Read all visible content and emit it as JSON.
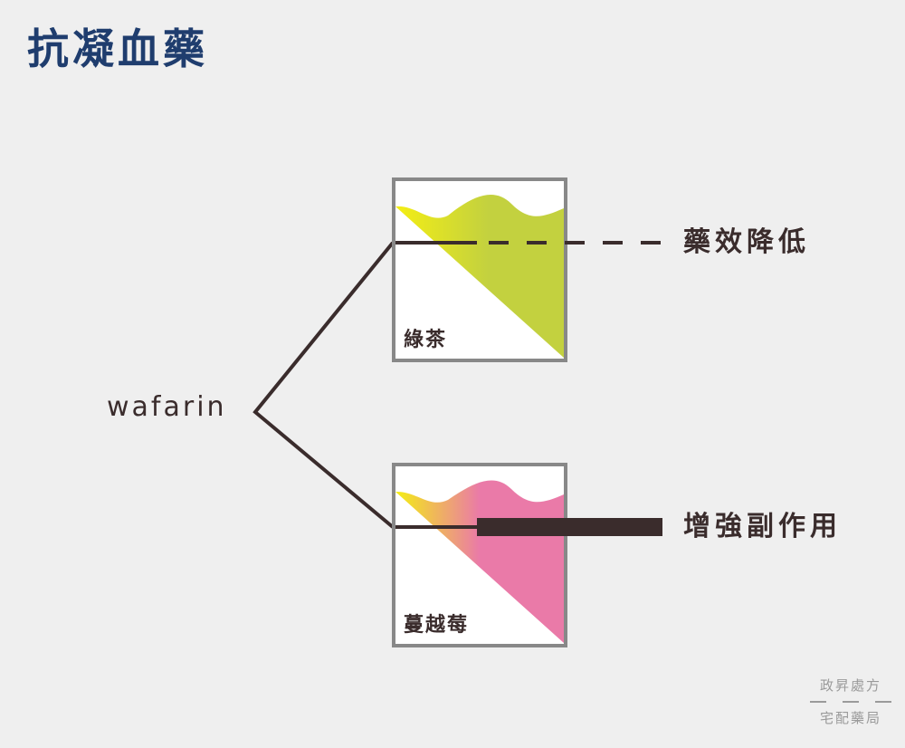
{
  "title": "抗凝血藥",
  "drug": "wafarin",
  "items": [
    {
      "name": "綠茶",
      "effect": "藥效降低",
      "line_style": "dashed",
      "color": "#c3d13f"
    },
    {
      "name": "蔓越莓",
      "effect": "增強副作用",
      "line_style": "thick",
      "color": "#ea7aa8"
    }
  ],
  "colors": {
    "title": "#1f3d6e",
    "accent_yellow": "#f4ee14",
    "line": "#3a2c2c",
    "box_border": "#888888"
  },
  "logo": {
    "line1": "政昇處方",
    "line2": "宅配藥局"
  }
}
